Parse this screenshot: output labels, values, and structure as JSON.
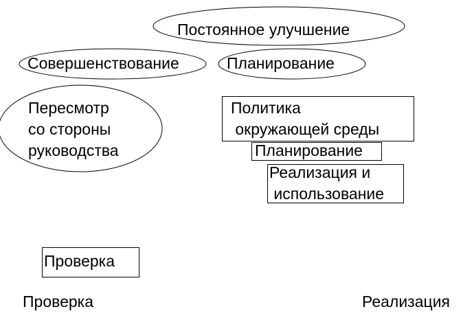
{
  "colors": {
    "background": "#ffffff",
    "stroke": "#000000",
    "text": "#000000"
  },
  "ellipses": {
    "continuous_improvement": "Постоянное улучшение",
    "improvement": "Совершенствование",
    "planning": "Планирование",
    "management_review": "Пересмотр\nсо стороны\nруководства"
  },
  "boxes": {
    "environmental_policy": "Политика\n окружающей среды",
    "planning": "Планирование",
    "implementation_operation": "Реализация и\n использование",
    "checking": "Проверка"
  },
  "bottom_labels": {
    "checking": "Проверка",
    "implementation": "Реализация"
  }
}
